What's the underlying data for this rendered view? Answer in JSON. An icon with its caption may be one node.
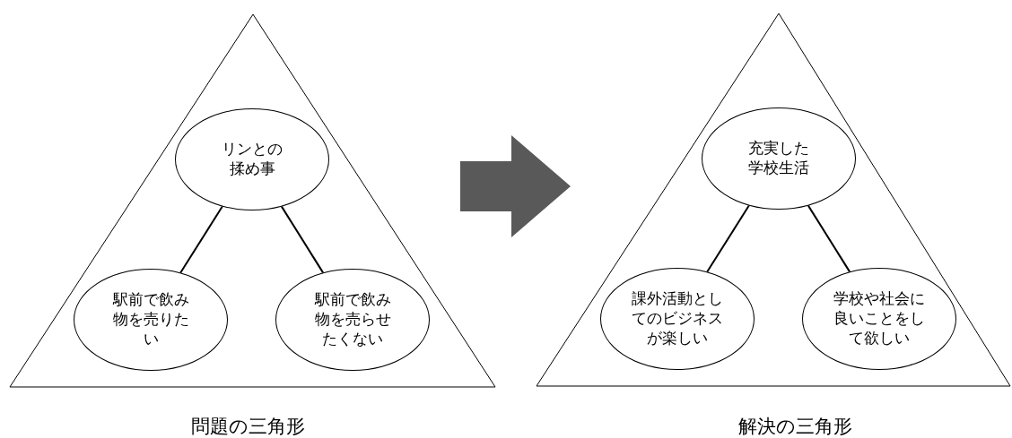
{
  "diagram": {
    "nodes": [
      {
        "text": [
          "問題の三角形"
        ]
      },
      {
        "text": [
          "リンとの揉め事"
        ],
        "in": 0
      },
      {
        "text": [
          "駅前で飲み物を売りたい"
        ],
        "in": 0
      },
      {
        "text": [
          "駅前で飲み物を売らせたくない"
        ],
        "in": 0
      },
      {
        "text": [
          "解決の三角形"
        ]
      },
      {
        "text": [
          "充実した学校生活"
        ],
        "in": 4
      },
      {
        "text": [
          "課外活動としてのビジネスが楽しい"
        ],
        "in": 4
      },
      {
        "text": [
          "学校や社会に良いことをして欲しい"
        ],
        "in": 4
      }
    ],
    "edges": [
      {
        "from": 1,
        "to": 2,
        "arrow": "none"
      },
      {
        "from": 1,
        "to": 3,
        "arrow": "none"
      },
      {
        "from": 0,
        "to": 4,
        "arrow": "to",
        "style": "thick",
        "color": "#595959"
      },
      {
        "from": 5,
        "to": 6,
        "arrow": "none"
      },
      {
        "from": 5,
        "to": 7,
        "arrow": "none"
      }
    ]
  }
}
